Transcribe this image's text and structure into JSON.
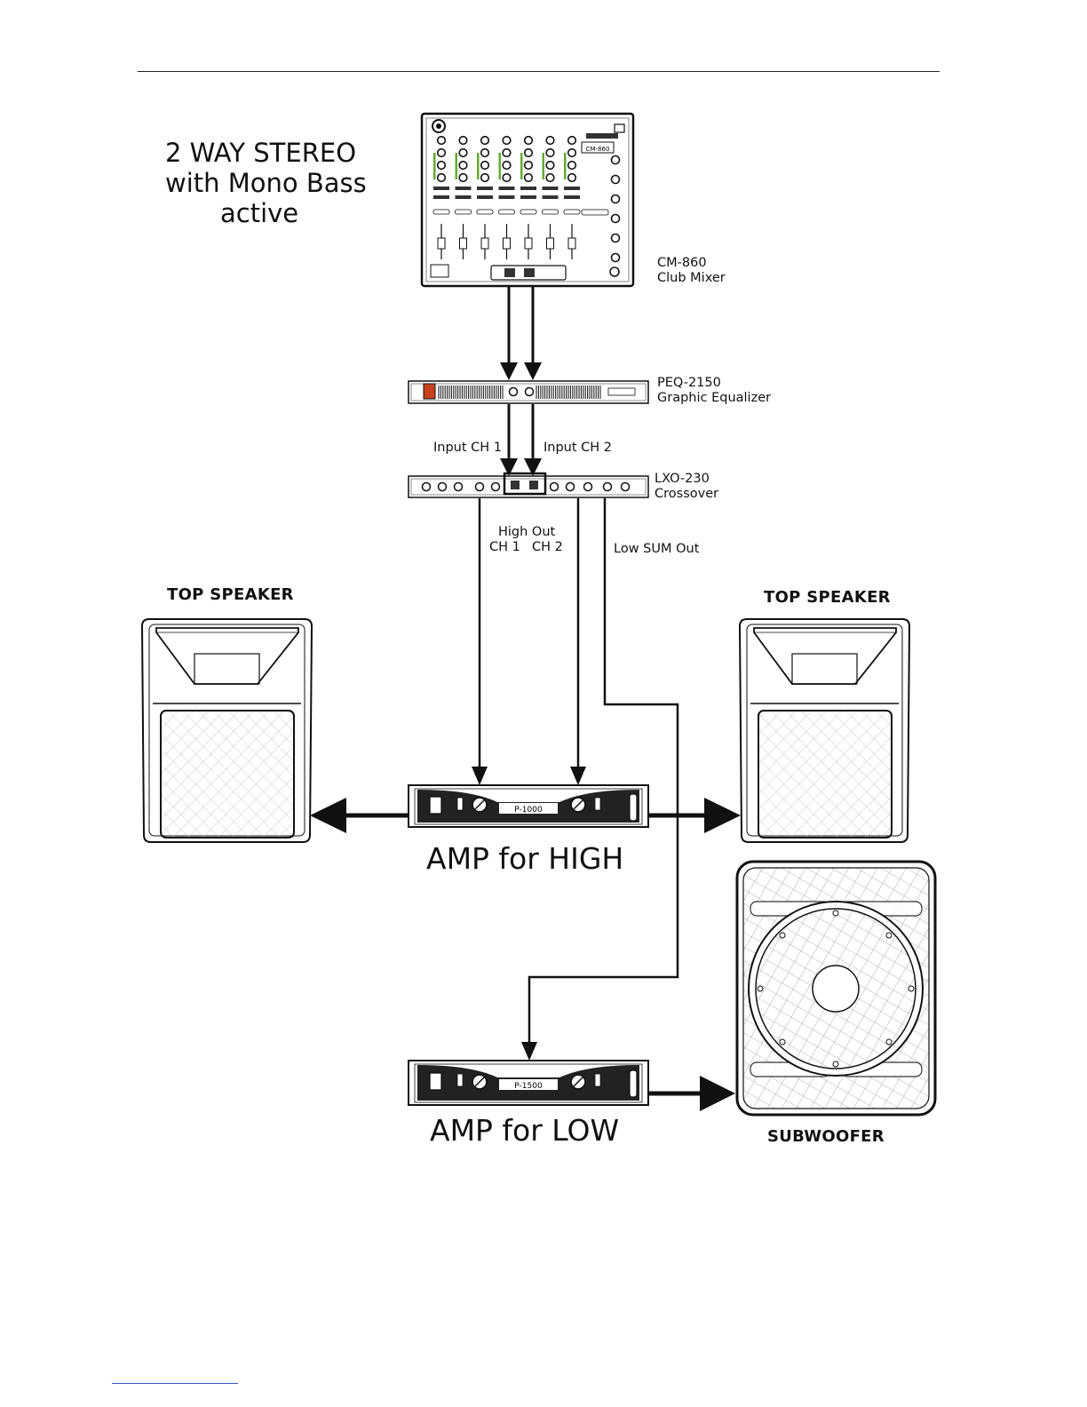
{
  "title": {
    "line1": "2 WAY STEREO",
    "line2": "with Mono Bass",
    "line3": "active"
  },
  "devices": {
    "mixer": {
      "model": "CM-860",
      "desc": "Club Mixer",
      "panel_text": "CM-860"
    },
    "eq": {
      "model": "PEQ-2150",
      "desc": "Graphic Equalizer"
    },
    "crossover": {
      "model": "LXO-230",
      "desc": "Crossover"
    },
    "amp_high": {
      "label": "AMP for HIGH",
      "panel_text": "P-1000"
    },
    "amp_low": {
      "label": "AMP for LOW",
      "panel_text": "P-1500"
    }
  },
  "connections": {
    "input_ch1": "Input CH 1",
    "input_ch2": "Input CH 2",
    "high_out": "High Out",
    "high_ch1": "CH 1",
    "high_ch2": "CH 2",
    "low_sum_out": "Low SUM Out"
  },
  "speakers": {
    "top_left": "TOP SPEAKER",
    "top_right": "TOP SPEAKER",
    "sub": "SUBWOOFER"
  }
}
